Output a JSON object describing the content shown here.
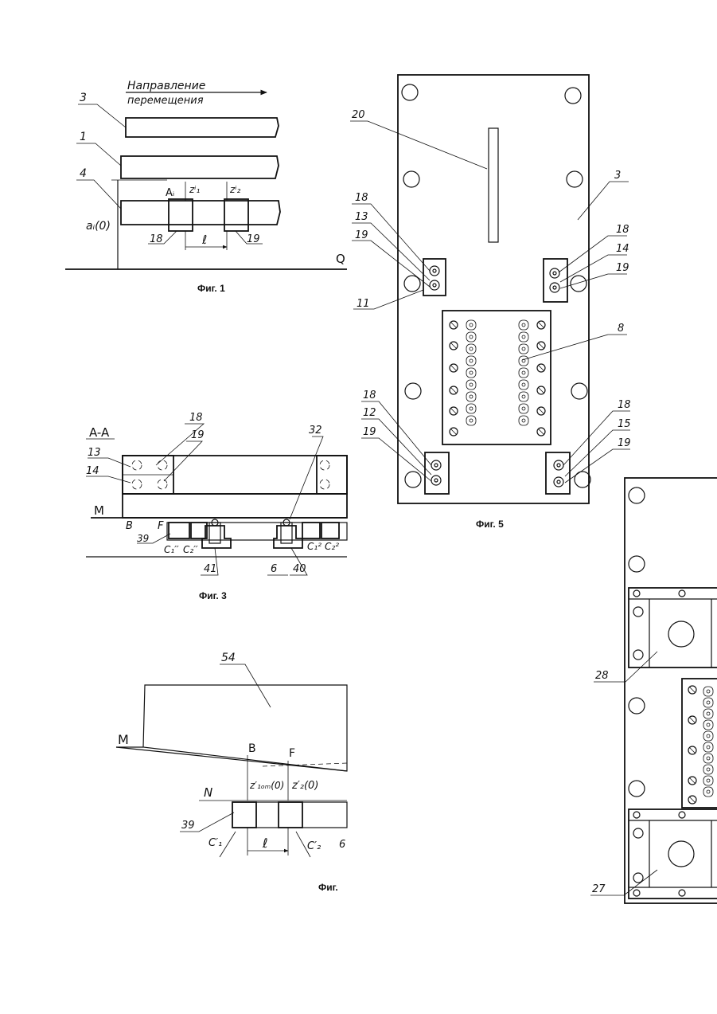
{
  "fig1": {
    "caption": "Фиг. 1",
    "direction_line1": "Направление",
    "direction_line2": "перемещения",
    "labels": {
      "l3": "3",
      "l1": "1",
      "l4": "4",
      "a_i": "Aᵢ",
      "z1": "zⁱ₁",
      "z2": "zⁱ₂",
      "ai0": "aᵢ(0)",
      "l18": "18",
      "ell": "ℓ",
      "l19": "19",
      "q": "Q"
    }
  },
  "fig3": {
    "caption": "Фиг. 3",
    "section": "A-A",
    "labels": {
      "l18": "18",
      "l19": "19",
      "l13": "13",
      "l14": "14",
      "l32": "32",
      "m": "M",
      "b": "B",
      "f": "F",
      "l39": "39",
      "c1": "C₁′′",
      "c2": "C₂′′",
      "c1b": "C₁²",
      "c2b": "C₂²",
      "l41": "41",
      "l6": "6",
      "l40": "40"
    }
  },
  "fig4": {
    "caption": "Фиг.",
    "labels": {
      "l54": "54",
      "m": "M",
      "b": "B",
      "f": "F",
      "z1": "z′₁ₒₘ(0)",
      "z2": "z′₂(0)",
      "n": "N",
      "l39": "39",
      "c1": "C′₁",
      "ell": "ℓ",
      "c2": "C′₂",
      "l6": "6"
    }
  },
  "fig5": {
    "caption": "Фиг. 5",
    "labels": {
      "l20": "20",
      "l3": "3",
      "l18a": "18",
      "l13": "13",
      "l19a": "19",
      "l11": "11",
      "l18b": "18",
      "l14": "14",
      "l19b": "19",
      "l8": "8",
      "l18c": "18",
      "l12": "12",
      "l19c": "19",
      "l18d": "18",
      "l15": "15",
      "l19d": "19"
    }
  },
  "fig6": {
    "labels": {
      "l28": "28",
      "l27": "27"
    }
  }
}
